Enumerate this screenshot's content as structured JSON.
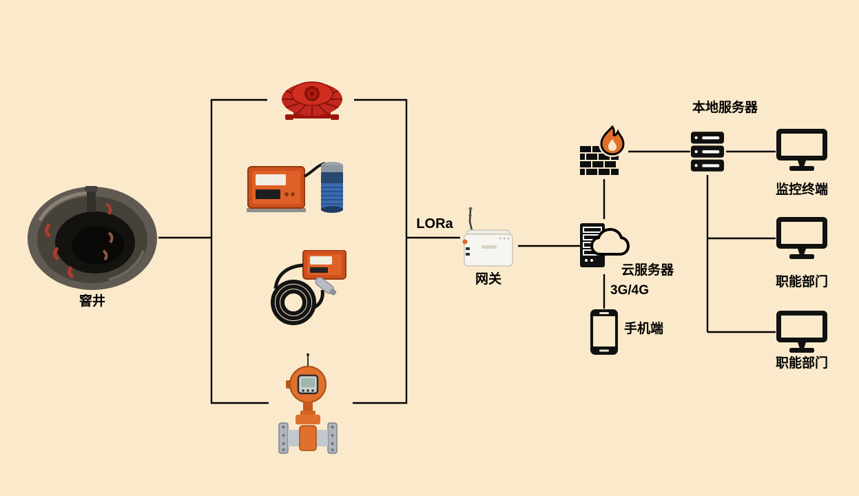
{
  "colors": {
    "background": "#FAEACB",
    "line": "#000000",
    "alarm_red": "#C2281E",
    "device_orange": "#CF4F1D",
    "sensor_blue": "#3A6CB0",
    "flame_orange": "#E2702A",
    "text": "#000000"
  },
  "labels": {
    "manhole": "窨井",
    "lora": "LORa",
    "gateway": "网关",
    "cloud_server": "云服务器",
    "cellular": "3G/4G",
    "phone": "手机端",
    "local_server": "本地服务器",
    "monitoring_terminal": "监控终端",
    "department_1": "职能部门",
    "department_2": "职能部门"
  },
  "icons": [
    {
      "name": "manhole-photo",
      "desc": "photo of inspection well with ladder rungs"
    },
    {
      "name": "alarm-icon",
      "desc": "red sound-and-light alarm siren"
    },
    {
      "name": "ultrasonic-level-sensor-icon",
      "desc": "orange transmitter box with blue ultrasonic probe"
    },
    {
      "name": "submersible-level-sensor-icon",
      "desc": "orange transmitter with coiled cable and level probe"
    },
    {
      "name": "flowmeter-icon",
      "desc": "orange electromagnetic flowmeter with antenna"
    },
    {
      "name": "gateway-icon",
      "desc": "white LoRa gateway box with antenna"
    },
    {
      "name": "firewall-icon",
      "desc": "brick wall with flame"
    },
    {
      "name": "cloud-server-icon",
      "desc": "server tower with cloud outline"
    },
    {
      "name": "local-server-icon",
      "desc": "stacked rack server"
    },
    {
      "name": "monitor-icon",
      "desc": "desktop monitor"
    },
    {
      "name": "phone-icon",
      "desc": "smartphone"
    }
  ]
}
